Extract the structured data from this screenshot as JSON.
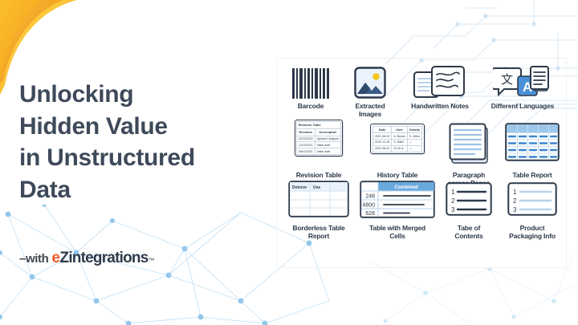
{
  "slide": {
    "headline_lines": [
      "Unlocking",
      "Hidden Value",
      "in Unstructured",
      "Data"
    ],
    "headline_full": "Unlocking Hidden Value in Unstructured Data",
    "logo": {
      "prefix": "–with",
      "e": "e",
      "z": "Z",
      "rest": "integrations",
      "tm": "™",
      "full": "–with eZintegrations™"
    },
    "colors": {
      "headline": "#3e4a5a",
      "logo_accent": "#ee5a24",
      "logo_dark": "#2e3a4b",
      "swoosh_orange": "#f5a623",
      "swoosh_yellow": "#ffd84d",
      "icon_navy": "#2e3a4b",
      "icon_blue": "#4a90d9",
      "icon_light_blue": "#cfe0f2",
      "network_blue": "#7fbde8",
      "background": "#ffffff"
    }
  },
  "panel": {
    "items": [
      {
        "id": "barcode",
        "caption": "Barcode",
        "caption_lines": [
          "Barcode"
        ]
      },
      {
        "id": "extracted-images",
        "caption": "Extracted Images",
        "caption_lines": [
          "Extracted",
          "Images"
        ]
      },
      {
        "id": "handwritten-notes",
        "caption": "Handwritten Notes",
        "caption_lines": [
          "Handwritten Notes"
        ]
      },
      {
        "id": "different-languages",
        "caption": "Different Languages",
        "caption_lines": [
          "Different Languages"
        ]
      },
      {
        "id": "revision-table",
        "caption": "Revision Table",
        "caption_lines": [
          "Revision Table"
        ]
      },
      {
        "id": "history-table",
        "caption": "History Table",
        "caption_lines": [
          "History Table"
        ]
      },
      {
        "id": "paragraph-across-pages",
        "caption": "Paragraph across Pages",
        "caption_lines": [
          "Paragraph",
          "across Pages"
        ]
      },
      {
        "id": "table-report",
        "caption": "Table Report",
        "caption_lines": [
          "Table Report"
        ]
      },
      {
        "id": "borderless-table-report",
        "caption": "Borderless Table Report",
        "caption_lines": [
          "Borderless Table",
          "Report"
        ]
      },
      {
        "id": "table-with-merged-cells",
        "caption": "Table with Merged Cells",
        "caption_lines": [
          "Table with Merged",
          "Cells"
        ]
      },
      {
        "id": "table-of-contents",
        "caption": "Tabe of Contents",
        "caption_lines": [
          "Tabe of",
          "Contents"
        ]
      },
      {
        "id": "product-packaging-info",
        "caption": "Product Packaging Info",
        "caption_lines": [
          "Product",
          "Packaging Info"
        ]
      }
    ],
    "revision_table": {
      "title": "Revision Table",
      "headers": [
        "Revision",
        "Description"
      ],
      "rows": [
        [
          "02/03/2022",
          "Updated diagram"
        ],
        [
          "12/15/2021",
          "Initial draft"
        ],
        [
          "08/10/2021",
          "Initial draft"
        ]
      ]
    },
    "history_table": {
      "headers": [
        "Date",
        "User",
        "Details"
      ],
      "rows": [
        [
          "2021-08-03",
          "A. Brown",
          "S. Miller"
        ],
        [
          "2020-12-06",
          "S. Miller",
          "—"
        ],
        [
          "2020 08-03",
          "11:30 A.",
          "—"
        ]
      ]
    },
    "borderless_table": {
      "headers": [
        "Detsivo",
        "Use",
        ""
      ],
      "rows": [
        [
          "",
          "",
          ""
        ],
        [
          "",
          "",
          ""
        ]
      ]
    },
    "merged_cells_table": {
      "merged_header": "Combined",
      "values": [
        "248",
        "4800",
        "628"
      ]
    },
    "table_of_contents": {
      "numbers": [
        "1",
        "2",
        "3"
      ]
    },
    "product_packaging_info": {
      "numbers": [
        "1",
        "2",
        "3"
      ]
    },
    "different_languages": {
      "glyph_cjk": "文",
      "glyph_latin": "A"
    },
    "table_report": {
      "columns": 5,
      "rows": 4
    }
  }
}
